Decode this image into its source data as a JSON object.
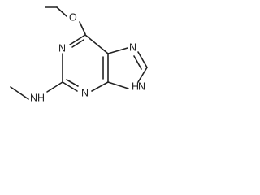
{
  "molecule": {
    "atoms": {
      "o_methoxy": "O",
      "n1": "N",
      "n3": "N",
      "n7": "N",
      "n9": "N",
      "h9": "H",
      "nh_amine": "N",
      "h_amine": "H"
    }
  }
}
